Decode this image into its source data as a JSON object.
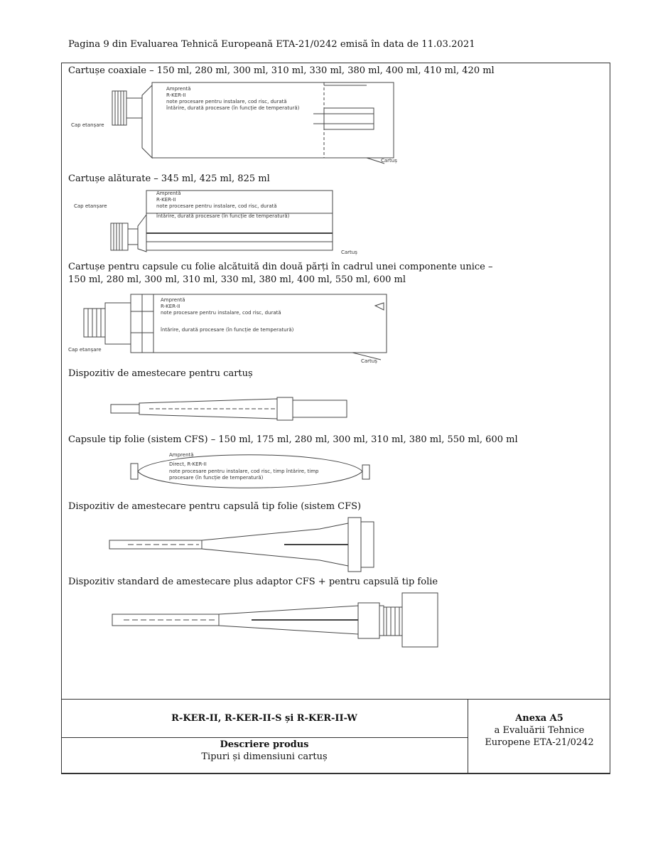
{
  "header": "Pagina 9 din Evaluarea Tehnică Europeană ETA-21/0242 emisă în data de 11.03.2021",
  "sections": [
    {
      "caption": "Cartușe coaxiale – 150 ml, 280 ml, 300 ml, 310 ml, 330 ml, 380 ml, 400 ml, 410 ml, 420 ml",
      "labels": {
        "l1": "Amprentă",
        "l2": "R-KER-II",
        "l3": "note procesare pentru instalare, cod risc, durată",
        "l4": "întărire, durată procesare (în funcție de temperatură)",
        "cap": "Cap etanșare",
        "cart": "Cartuș"
      }
    },
    {
      "caption": "Cartușe alăturate – 345 ml, 425 ml, 825 ml",
      "labels": {
        "l1": "Amprentă",
        "l2": "R-KER-II",
        "l3": "note procesare pentru instalare, cod risc, durată",
        "l4": "întărire, durată procesare (în funcție de temperatură)",
        "cap": "Cap etanșare",
        "cart": "Cartuș"
      }
    },
    {
      "caption1": "Cartușe pentru capsule cu folie alcătuită din două părți în cadrul unei componente unice –",
      "caption2": "150 ml, 280 ml, 300 ml, 310 ml, 330 ml, 380 ml, 400 ml, 550 ml, 600 ml",
      "labels": {
        "l1": "Amprentă",
        "l2": "R-KER-II",
        "l3": "note procesare pentru instalare, cod risc, durată",
        "l4": "întărire, durată procesare (în funcție de temperatură)",
        "cap": "Cap etanșare",
        "cart": "Cartuș"
      }
    },
    {
      "caption": "Dispozitiv de amestecare pentru cartuș"
    },
    {
      "caption": "Capsule tip folie (sistem CFS) – 150 ml, 175 ml, 280 ml, 300 ml, 310 ml, 380 ml, 550 ml, 600 ml",
      "labels": {
        "l1": "Amprentă",
        "l2": "Direct, R-KER-II",
        "l3": "note procesare pentru instalare, cod risc, timp întărire, timp",
        "l4": "procesare (în funcție de temperatură)"
      }
    },
    {
      "caption": "Dispozitiv de amestecare pentru capsulă tip folie (sistem CFS)"
    },
    {
      "caption": "Dispozitiv standard de amestecare plus adaptor CFS + pentru capsulă tip folie"
    }
  ],
  "footer": {
    "product": "R-KER-II, R-KER-II-S și R-KER-II-W",
    "desc_title": "Descriere produs",
    "desc_sub": "Tipuri și dimensiuni cartuș",
    "annex_title": "Anexa A5",
    "annex_l2": "a Evaluării Tehnice",
    "annex_l3": "Europene ETA-21/0242"
  }
}
